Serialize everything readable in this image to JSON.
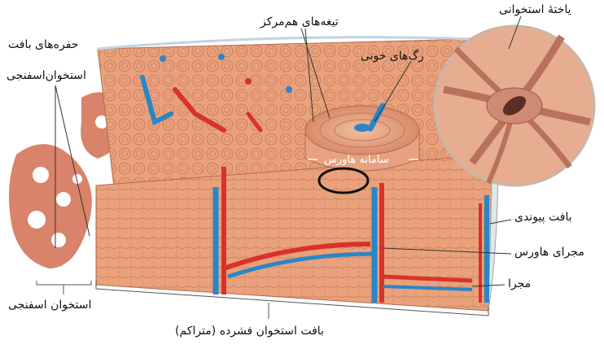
{
  "labels": {
    "spongy_spaces": "حفره‌های بافت",
    "spongy_bone_top": "استخوان‌اسفنجی",
    "lamellae": "تیغه‌های هم‌مرکز",
    "blood_vessels": "رگ‌های خونی",
    "osteocyte": "یاختهٔ استخوانی",
    "haversian_system": "سامانه هاورس",
    "connective_tissue": "بافت پیوندی",
    "haversian_canal": "مجرای هاورس",
    "canal": "مجرا",
    "spongy_bone_bottom": "استخوان اسفنجی",
    "compact_bone": "بافت استخوان فشرده (متراکم)"
  },
  "colors": {
    "bone": "#e8a07a",
    "bone_dark": "#c9775a",
    "artery": "#d8332a",
    "vein": "#2a86c6",
    "marker": "#111111"
  }
}
